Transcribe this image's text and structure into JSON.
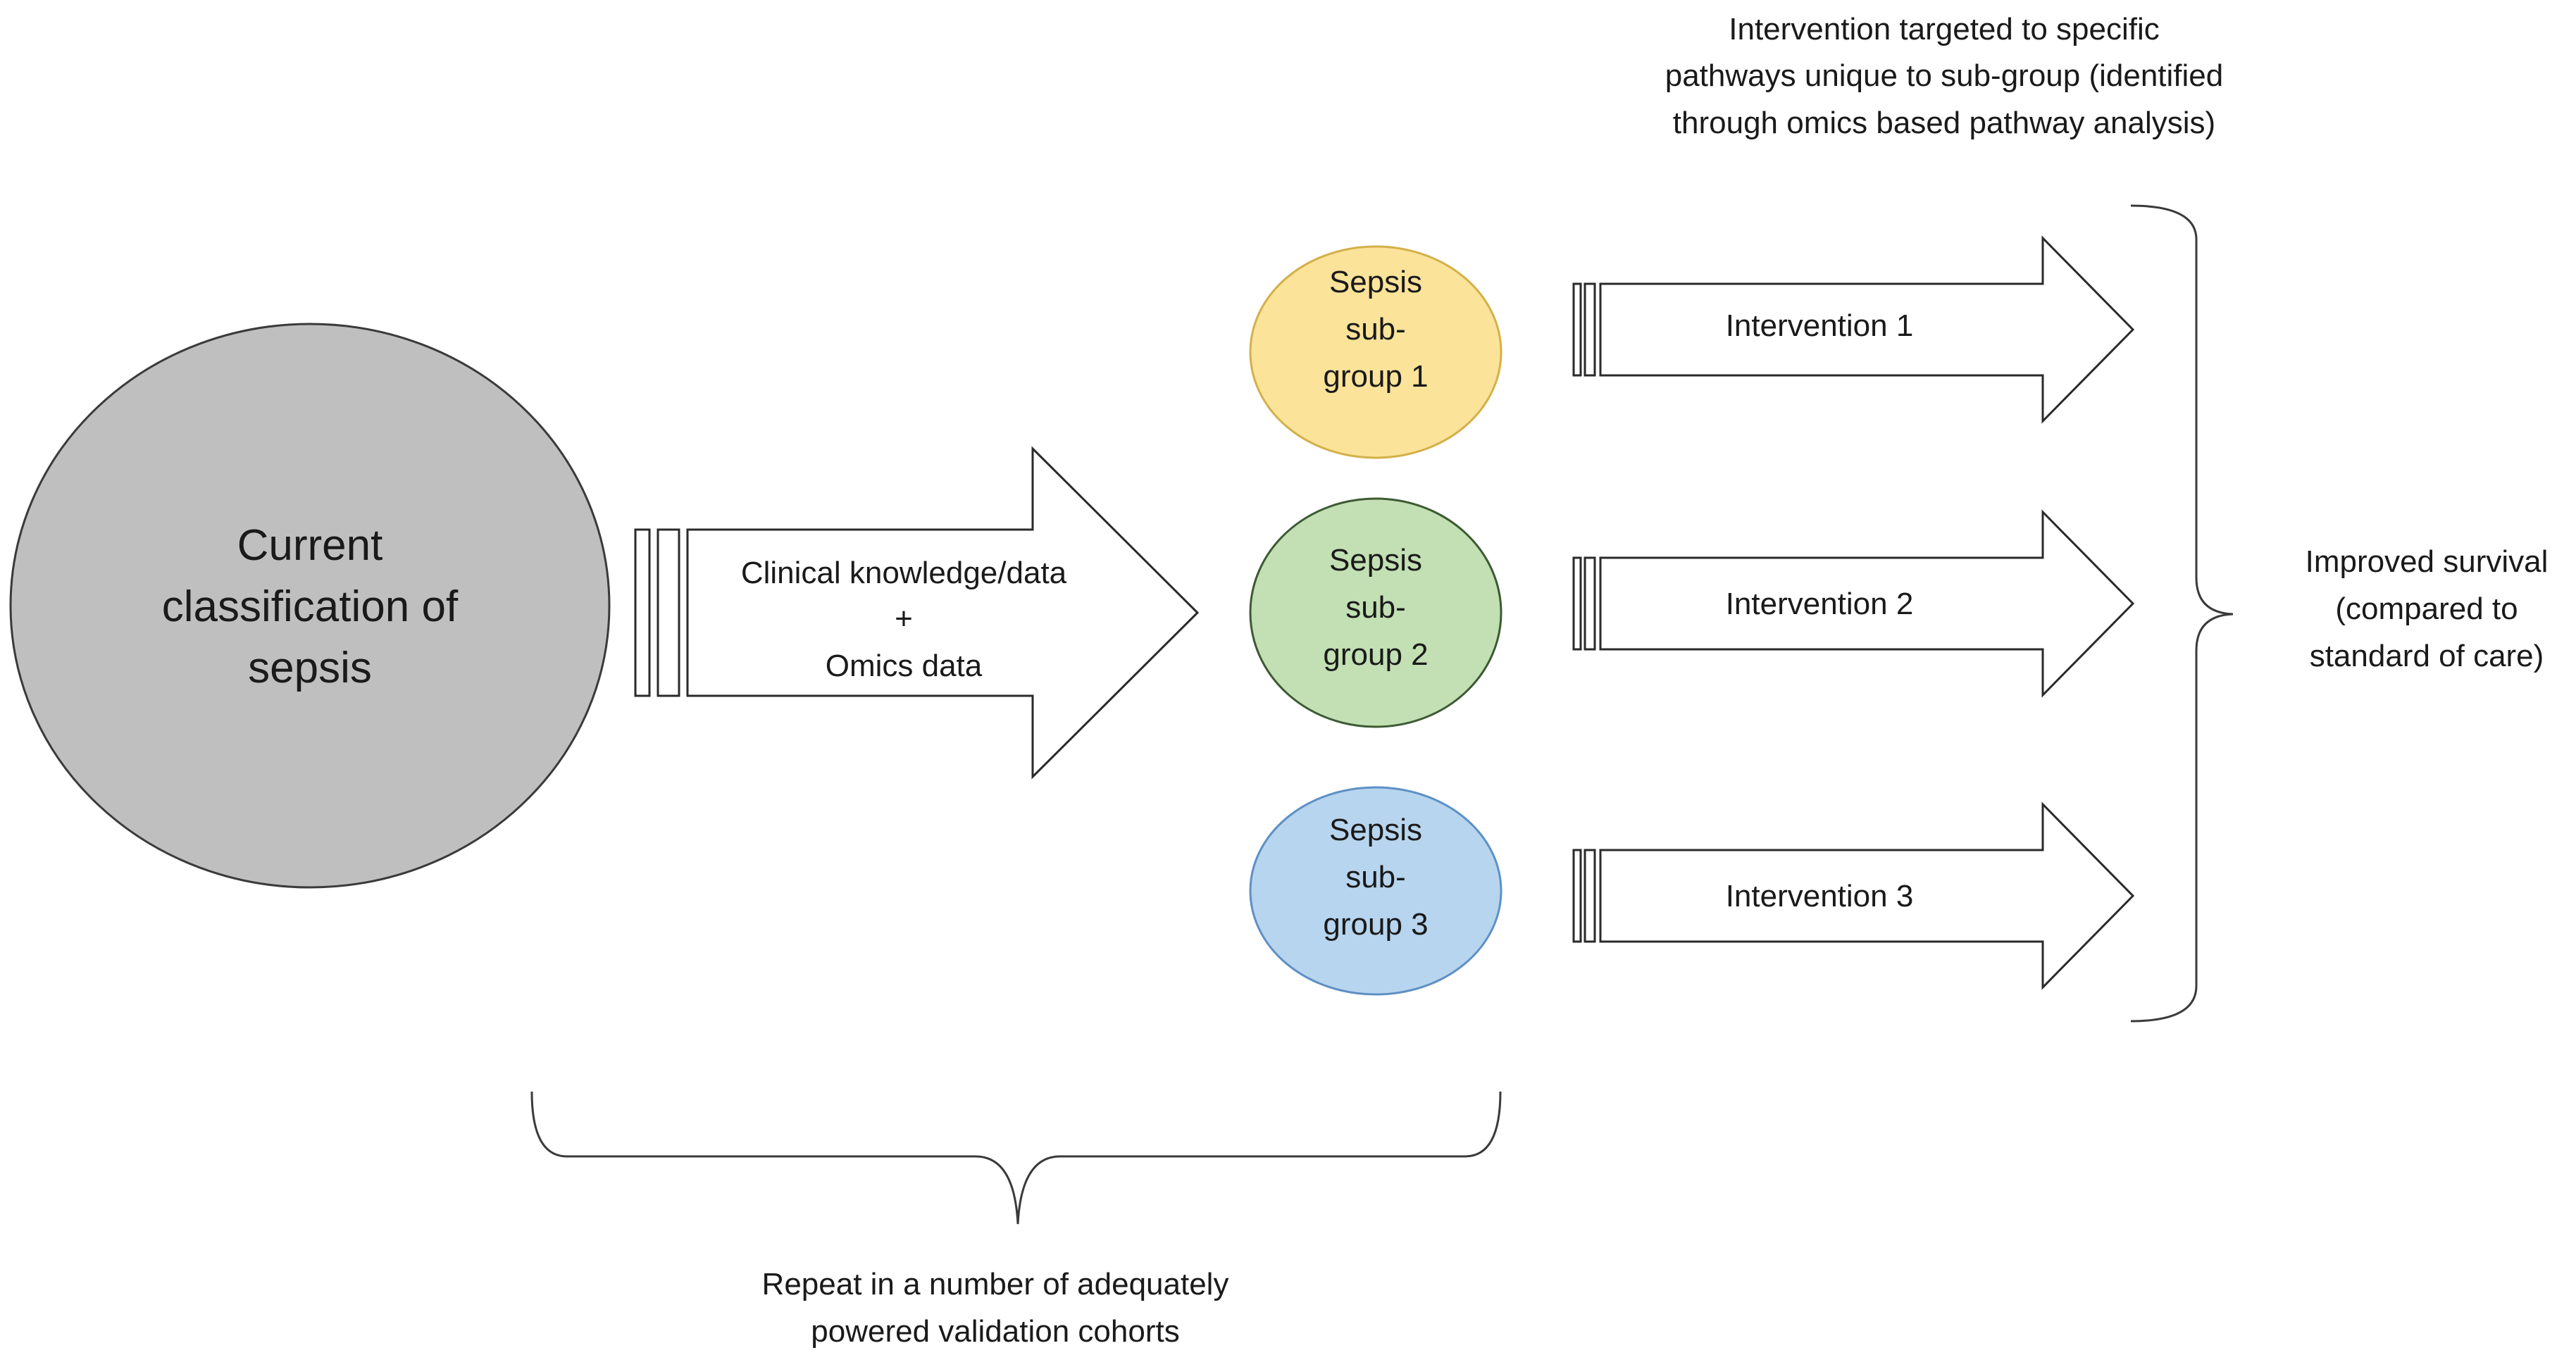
{
  "main_circle": {
    "lines": [
      "Current",
      "classification of",
      "sepsis"
    ],
    "fill": "#bfbfbf"
  },
  "big_arrow": {
    "lines": [
      "Clinical knowledge/data",
      "+",
      "Omics data"
    ]
  },
  "subgroups": [
    {
      "lines": [
        "Sepsis",
        "sub-",
        "group 1"
      ],
      "fill": "#fbe39a",
      "stroke": "#d4b04a"
    },
    {
      "lines": [
        "Sepsis",
        "sub-",
        "group 2"
      ],
      "fill": "#c2e0b3",
      "stroke": "#3d5a33"
    },
    {
      "lines": [
        "Sepsis",
        "sub-",
        "group 3"
      ],
      "fill": "#b7d5ee",
      "stroke": "#5e90c4"
    }
  ],
  "interventions": [
    "Intervention 1",
    "Intervention 2",
    "Intervention 3"
  ],
  "top_note": [
    "Intervention targeted to specific",
    "pathways unique to sub-group (identified",
    "through omics based pathway analysis)"
  ],
  "outcome": [
    "Improved survival",
    "(compared to",
    "standard of care)"
  ],
  "bottom_note": [
    "Repeat in a number of adequately",
    "powered validation cohorts"
  ]
}
